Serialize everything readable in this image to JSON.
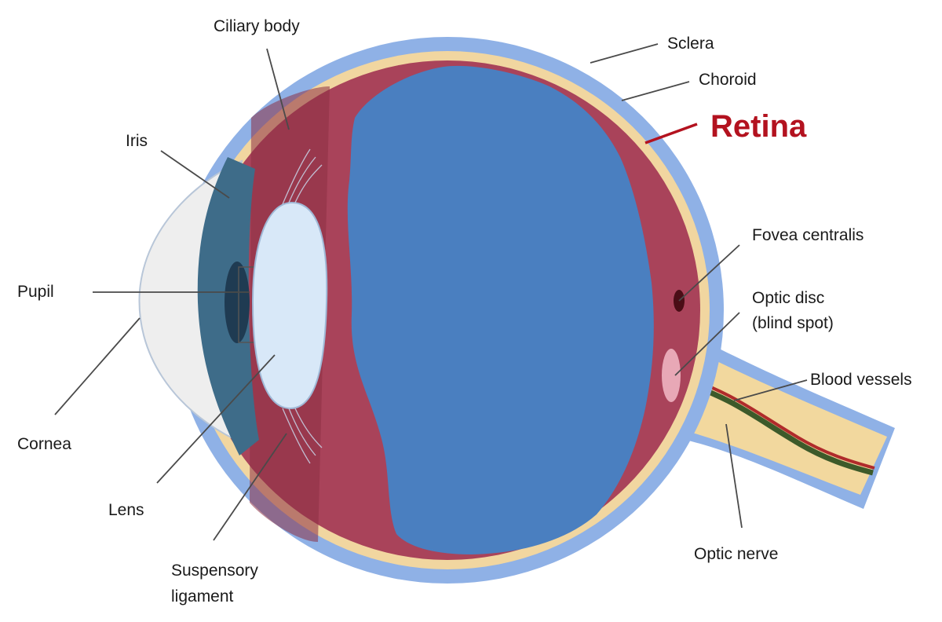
{
  "diagram": {
    "colors": {
      "sclera": "#8fb1e6",
      "choroid_band": "#f1d6a0",
      "retina_tissue": "#a9435a",
      "vitreous": "#4a7fc0",
      "cornea": "#eeeeee",
      "iris": "#3e6c89",
      "lens": "#d8e8f8",
      "optic_nerve": "#f2d89e",
      "blood_vessel_red": "#b02b2b",
      "blood_vessel_green": "#3d5a2a",
      "highlight_label": "#b3121f",
      "leader_line": "#4a4a4a"
    },
    "labels": {
      "ciliary_body": "Ciliary body",
      "sclera": "Sclera",
      "choroid": "Choroid",
      "retina": "Retina",
      "iris": "Iris",
      "pupil": "Pupil",
      "cornea": "Cornea",
      "lens": "Lens",
      "suspensory_ligament_line1": "Suspensory",
      "suspensory_ligament_line2": "ligament",
      "fovea_centralis": "Fovea centralis",
      "optic_disc_line1": "Optic disc",
      "optic_disc_line2": "(blind spot)",
      "blood_vessels": "Blood vessels",
      "optic_nerve": "Optic nerve"
    }
  }
}
